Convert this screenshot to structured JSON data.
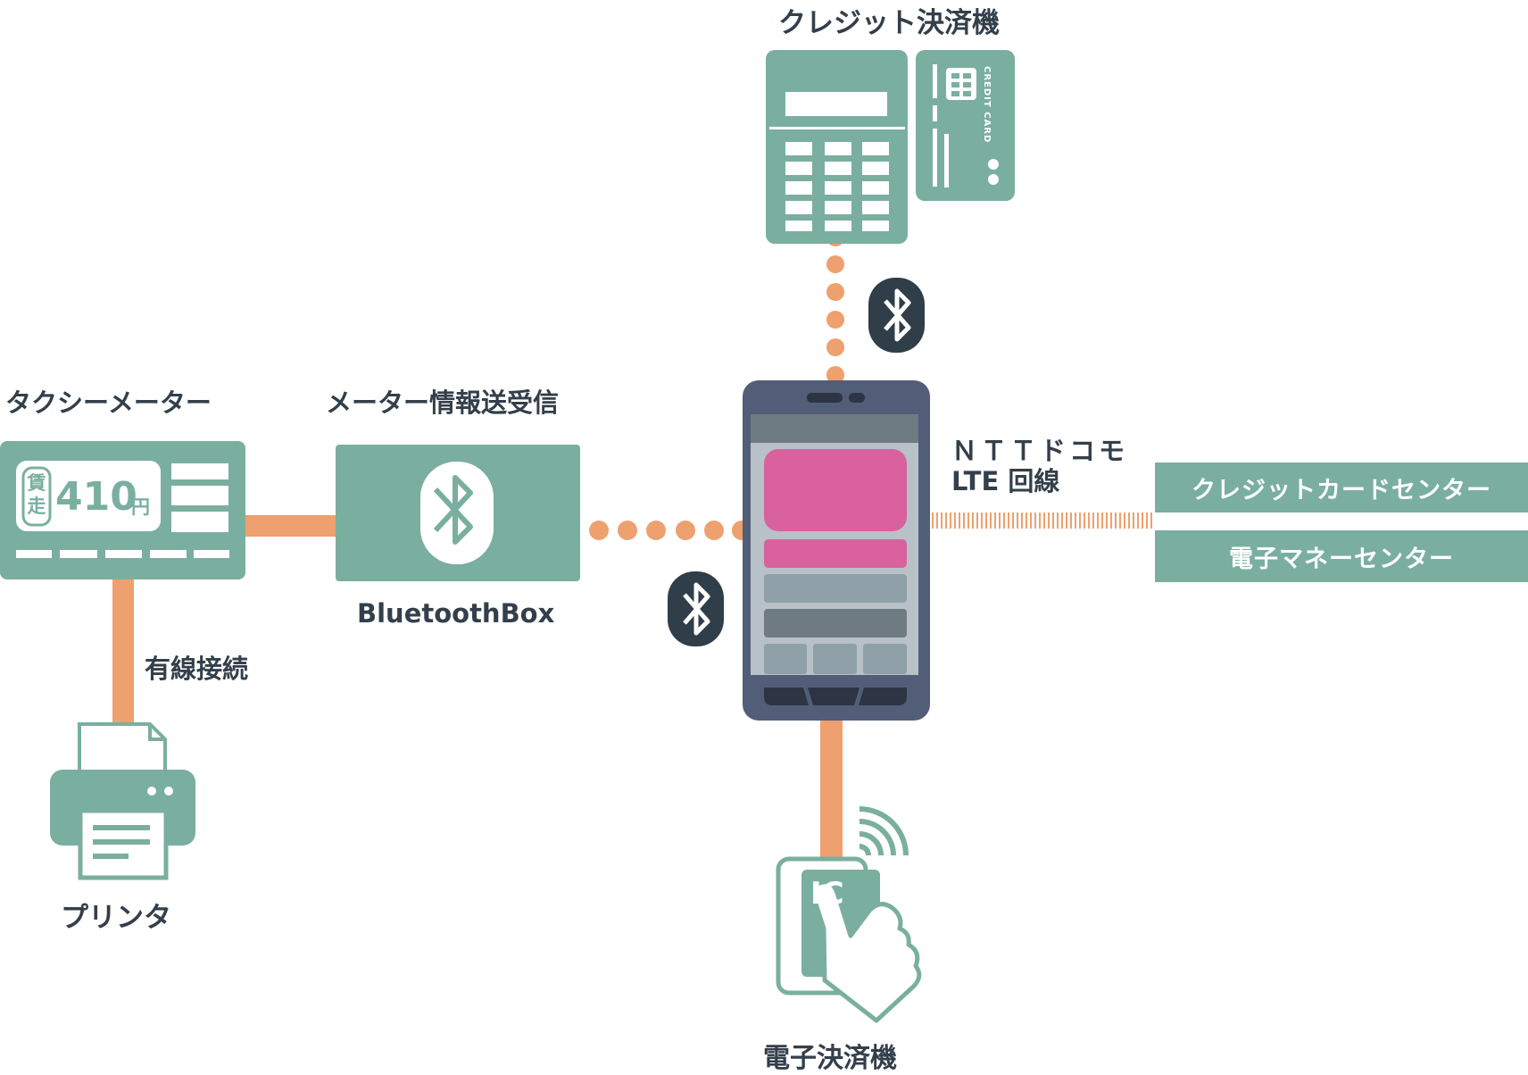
{
  "labels": {
    "credit_terminal": "クレジット決済機",
    "taxi_meter": "タクシーメーター",
    "meter_info": "メーター情報送受信",
    "bluetooth_box": "BluetoothBox",
    "wired": "有線接続",
    "printer": "プリンタ",
    "ntt_line1": "ＮＴＴドコモ",
    "ntt_line2": "LTE 回線",
    "emoney_terminal": "電子決済機"
  },
  "centers": {
    "credit_center": "クレジットカードセンター",
    "emoney_center": "電子マネーセンター"
  },
  "meter": {
    "fare_top": "賃",
    "fare_bottom": "走",
    "amount": "410",
    "unit": "円"
  },
  "card": {
    "brand_text": "CREDIT CARD"
  },
  "ic_reader": {
    "ic_text": "IC"
  },
  "colors": {
    "device_green": "#7aaf9f",
    "connector_orange": "#eea06e",
    "phone_body": "#525e77",
    "phone_accent_pink": "#d9619d",
    "bluetooth_badge": "#2f3e48",
    "label_text": "#333f4a"
  }
}
